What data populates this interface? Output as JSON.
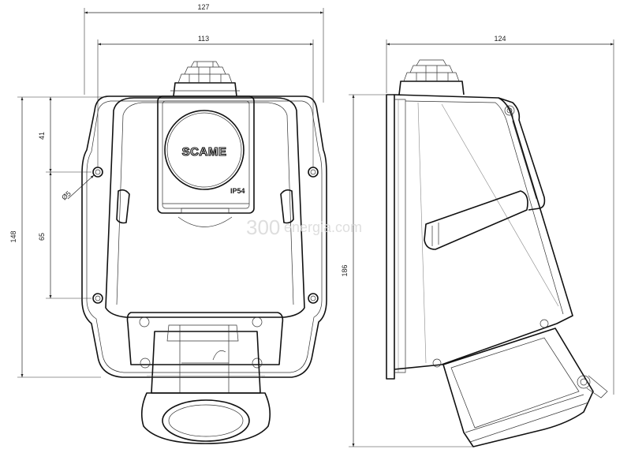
{
  "dimensions": {
    "front_width_outer": "127",
    "front_width_inner": "113",
    "front_height_total": "148",
    "front_height_upper": "41",
    "front_height_holes": "65",
    "hole_diameter": "Ø5",
    "side_width": "124",
    "side_height": "186"
  },
  "product": {
    "brand": "SCAME",
    "rating": "IP54"
  },
  "watermark": {
    "number": "300",
    "site": "energia.com"
  }
}
